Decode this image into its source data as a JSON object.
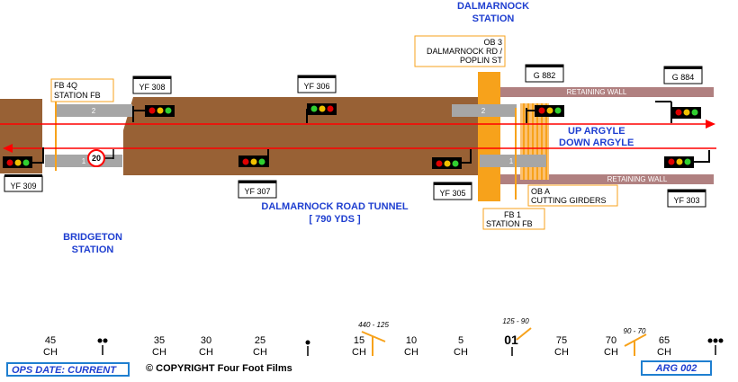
{
  "stations": [
    {
      "id": "dalmarnock",
      "line1": "DALMARNOCK",
      "line2": "STATION"
    },
    {
      "id": "bridgeton",
      "line1": "BRIDGETON",
      "line2": "STATION"
    }
  ],
  "tracks": {
    "up": "UP ARGYLE",
    "down": "DOWN ARGYLE"
  },
  "tunnel": {
    "line1": "DALMARNOCK ROAD TUNNEL",
    "line2": "[ 790 YDS ]"
  },
  "retaining_wall": "RETAINING WALL",
  "signals": {
    "yf309": "YF 309",
    "yf308": "YF 308",
    "yf307": "YF 307",
    "yf306": "YF 306",
    "yf305": "YF 305",
    "g882": "G 882",
    "g884": "G 884",
    "yf303": "YF 303"
  },
  "structures": {
    "fb4q": {
      "line1": "FB 4Q",
      "line2": "STATION FB"
    },
    "ob3": {
      "line1": "OB 3",
      "line2": "DALMARNOCK RD /",
      "line3": "POPLIN ST"
    },
    "oba": {
      "line1": "OB A",
      "line2": "CUTTING GIRDERS"
    },
    "fb1": {
      "line1": "FB 1",
      "line2": "STATION FB"
    }
  },
  "platforms": {
    "bridgeton_up": "2",
    "bridgeton_down": "1",
    "dalmarnock_up": "2",
    "dalmarnock_down": "1"
  },
  "speed_limit": "20",
  "mileposts": [
    {
      "top": "45",
      "bottom": "CH"
    },
    {
      "top": "35",
      "bottom": "CH"
    },
    {
      "top": "30",
      "bottom": "CH"
    },
    {
      "top": "25",
      "bottom": "CH"
    },
    {
      "top": "15",
      "bottom": "CH"
    },
    {
      "top": "10",
      "bottom": "CH"
    },
    {
      "top": "5",
      "bottom": "CH"
    },
    {
      "top": "01",
      "bottom": ""
    },
    {
      "top": "75",
      "bottom": "CH"
    },
    {
      "top": "70",
      "bottom": "CH"
    },
    {
      "top": "65",
      "bottom": "CH"
    }
  ],
  "gradients": {
    "g1": "440 - 125",
    "g2": "125 - 90",
    "g3": "90 - 70"
  },
  "footer": {
    "ops_date": "OPS DATE: CURRENT",
    "copyright": "COPYRIGHT Four Foot Films",
    "ref": "ARG 002"
  },
  "colors": {
    "cutting": "#986135",
    "platform": "#a6a6a6",
    "track": "#ff0000",
    "bridge": "#f7a21b",
    "wall": "#b08080",
    "label_text": "#1f3fd0",
    "footer_border": "#1f7fd0"
  }
}
